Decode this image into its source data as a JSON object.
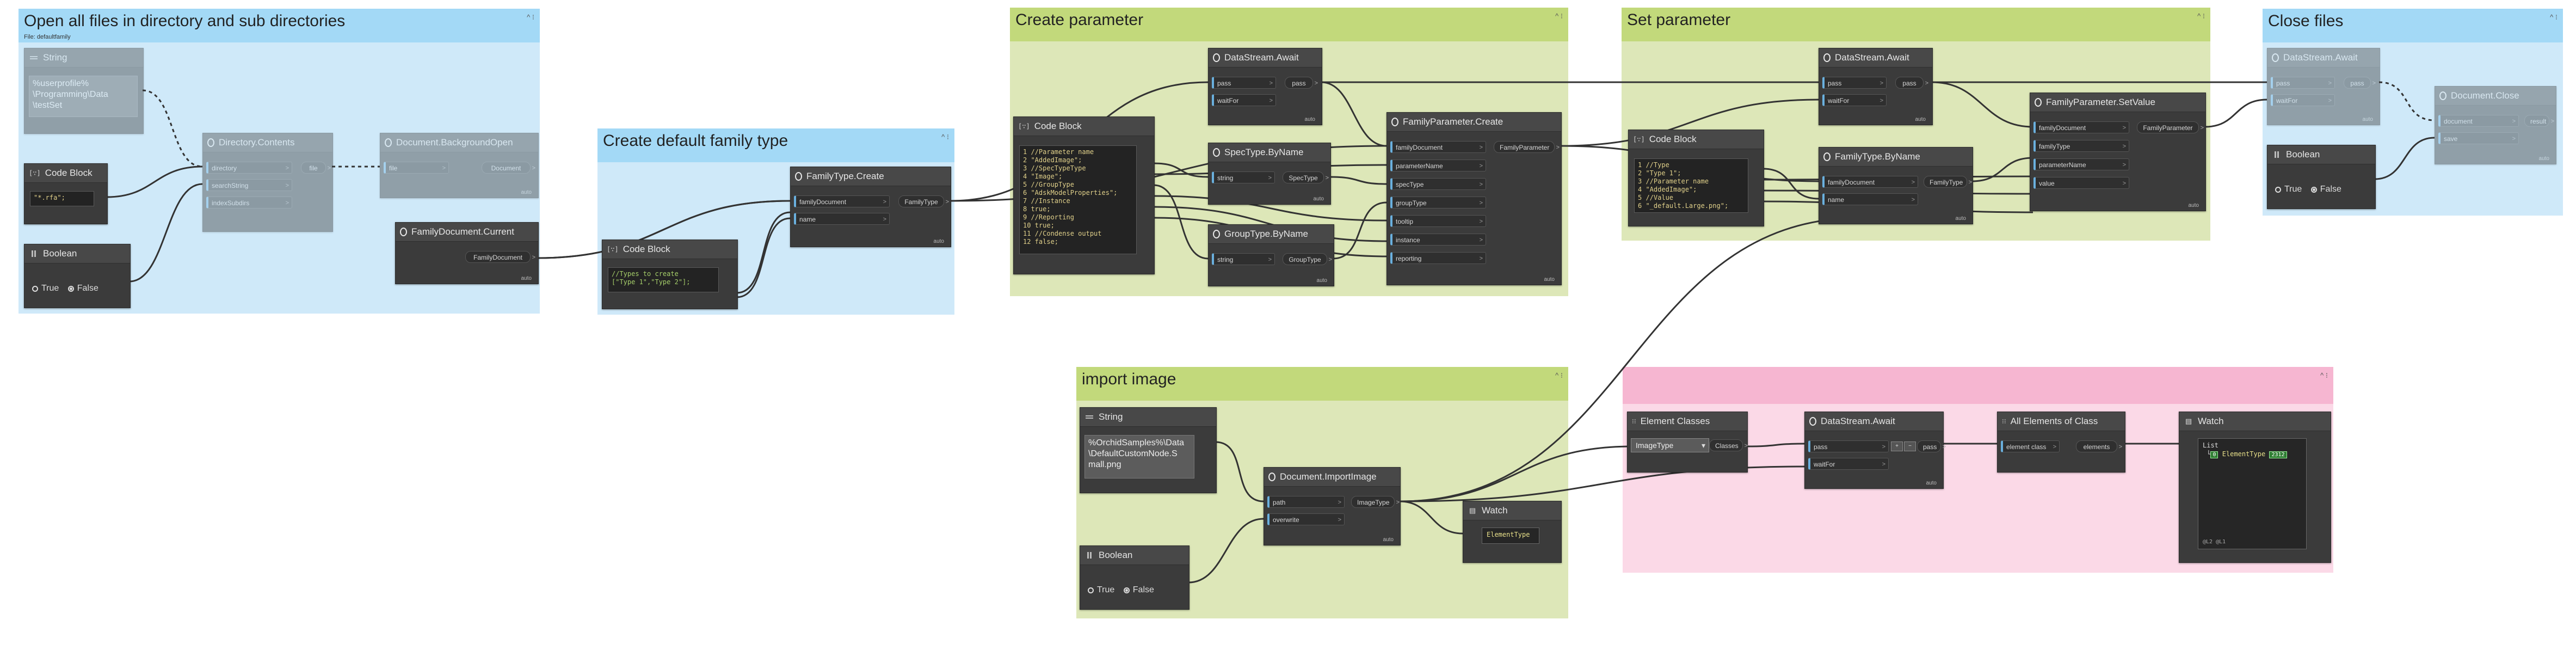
{
  "groups": [
    {
      "title": "Open all files in directory and sub directories",
      "subtitle": "File: defaultfamily",
      "caret": "^ ⁝"
    },
    {
      "title": "Create default family type",
      "caret": "^ ⁝"
    },
    {
      "title": "Create parameter",
      "caret": "^ ⁝"
    },
    {
      "title": "Set parameter",
      "caret": "^ ⁝"
    },
    {
      "title": "Close files",
      "caret": "^ ⁝"
    },
    {
      "title": "import image",
      "caret": "^ ⁝"
    },
    {
      "title": "",
      "caret": "^ ⁝"
    }
  ],
  "nodes": {
    "string1": {
      "title": "String",
      "value": "%userprofile%\n\\Programming\\Data\n\\testSet"
    },
    "codeblock1": {
      "title": "Code Block",
      "code": "\"*.rfa\";"
    },
    "boolean1": {
      "title": "Boolean",
      "true_label": "True",
      "false_label": "False"
    },
    "dircontents": {
      "title": "Directory.Contents",
      "inputs": [
        "directory",
        "searchString",
        "indexSubdirs"
      ],
      "outputs": [
        "file"
      ]
    },
    "docbgopen": {
      "title": "Document.BackgroundOpen",
      "inputs": [
        "file"
      ],
      "outputs": [
        "Document"
      ],
      "lace": "auto"
    },
    "famdoccurrent": {
      "title": "FamilyDocument.Current",
      "outputs": [
        "FamilyDocument"
      ],
      "lace": "auto"
    },
    "codeblock2": {
      "title": "Code Block",
      "code": "//Types to create\n[\"Type 1\",\"Type 2\"];"
    },
    "famtypecreate": {
      "title": "FamilyType.Create",
      "inputs": [
        "familyDocument",
        "name"
      ],
      "outputs": [
        "FamilyType"
      ],
      "lace": "auto"
    },
    "codeblock3": {
      "title": "Code Block",
      "code": "1 //Parameter name\n2 \"AddedImage\";\n3 //SpecTypeType\n4 \"Image\";\n5 //GroupType\n6 \"AdskModelProperties\";\n7 //Instance\n8 true;\n9 //Reporting\n10 true;\n11 //Condense output\n12 false;"
    },
    "dsawait1": {
      "title": "DataStream.Await",
      "inputs": [
        "pass",
        "waitFor"
      ],
      "outputs": [
        "pass"
      ],
      "lace": "auto"
    },
    "spectype": {
      "title": "SpecType.ByName",
      "inputs": [
        "string"
      ],
      "outputs": [
        "SpecType"
      ],
      "lace": "auto"
    },
    "grouptype": {
      "title": "GroupType.ByName",
      "inputs": [
        "string"
      ],
      "outputs": [
        "GroupType"
      ],
      "lace": "auto"
    },
    "famparamcreate": {
      "title": "FamilyParameter.Create",
      "inputs": [
        "familyDocument",
        "parameterName",
        "specType",
        "groupType",
        "tooltip",
        "instance",
        "reporting"
      ],
      "outputs": [
        "FamilyParameter"
      ],
      "lace": "auto"
    },
    "codeblock4": {
      "title": "Code Block",
      "code": "1 //Type\n2 \"Type 1\";\n3 //Parameter name\n4 \"AddedImage\";\n5 //Value\n6 \"_default.Large.png\";"
    },
    "dsawait2": {
      "title": "DataStream.Await",
      "inputs": [
        "pass",
        "waitFor"
      ],
      "outputs": [
        "pass"
      ],
      "lace": "auto"
    },
    "famtypebyname": {
      "title": "FamilyType.ByName",
      "inputs": [
        "familyDocument",
        "name"
      ],
      "outputs": [
        "FamilyType"
      ],
      "lace": "auto"
    },
    "famparamset": {
      "title": "FamilyParameter.SetValue",
      "inputs": [
        "familyDocument",
        "familyType",
        "parameterName",
        "value"
      ],
      "outputs": [
        "FamilyParameter"
      ],
      "lace": "auto"
    },
    "dsawait3": {
      "title": "DataStream.Await",
      "inputs": [
        "pass",
        "waitFor"
      ],
      "outputs": [
        "pass"
      ],
      "lace": "auto"
    },
    "boolean2": {
      "title": "Boolean",
      "true_label": "True",
      "false_label": "False"
    },
    "docclose": {
      "title": "Document.Close",
      "inputs": [
        "document",
        "save"
      ],
      "outputs": [
        "result"
      ],
      "lace": "auto"
    },
    "string2": {
      "title": "String",
      "value": "%OrchidSamples%\\Data\n\\DefaultCustomNode.S\nmall.png"
    },
    "boolean3": {
      "title": "Boolean",
      "true_label": "True",
      "false_label": "False"
    },
    "docimportimage": {
      "title": "Document.ImportImage",
      "inputs": [
        "path",
        "overwrite"
      ],
      "outputs": [
        "ImageType"
      ],
      "lace": "auto"
    },
    "watch1": {
      "title": "Watch",
      "value": "ElementType"
    },
    "elemclasses": {
      "title": "Element Classes",
      "selected": "ImageType",
      "outputs": [
        "Classes"
      ]
    },
    "dsawait4": {
      "title": "DataStream.Await",
      "inputs": [
        "pass",
        "waitFor"
      ],
      "outputs": [
        "pass"
      ],
      "lace": "auto"
    },
    "allelems": {
      "title": "All Elements of Class",
      "inputs": [
        "element class"
      ],
      "outputs": [
        "elements"
      ]
    },
    "watch2": {
      "title": "Watch",
      "list_label": "List",
      "item_index": "0",
      "item_label": "ElementType",
      "badge": "2312",
      "footer": "@L2 @L1"
    }
  },
  "colors": {
    "blue_group": "#cfe9f9",
    "green_group": "#dde7b8",
    "pink_group": "#fbd9e7",
    "node_bg": "#3b3b3b"
  },
  "icons": [
    "dynamo-node-icon",
    "code-block-icon",
    "boolean-icon",
    "watch-icon",
    "string-icon",
    "list-icon"
  ]
}
